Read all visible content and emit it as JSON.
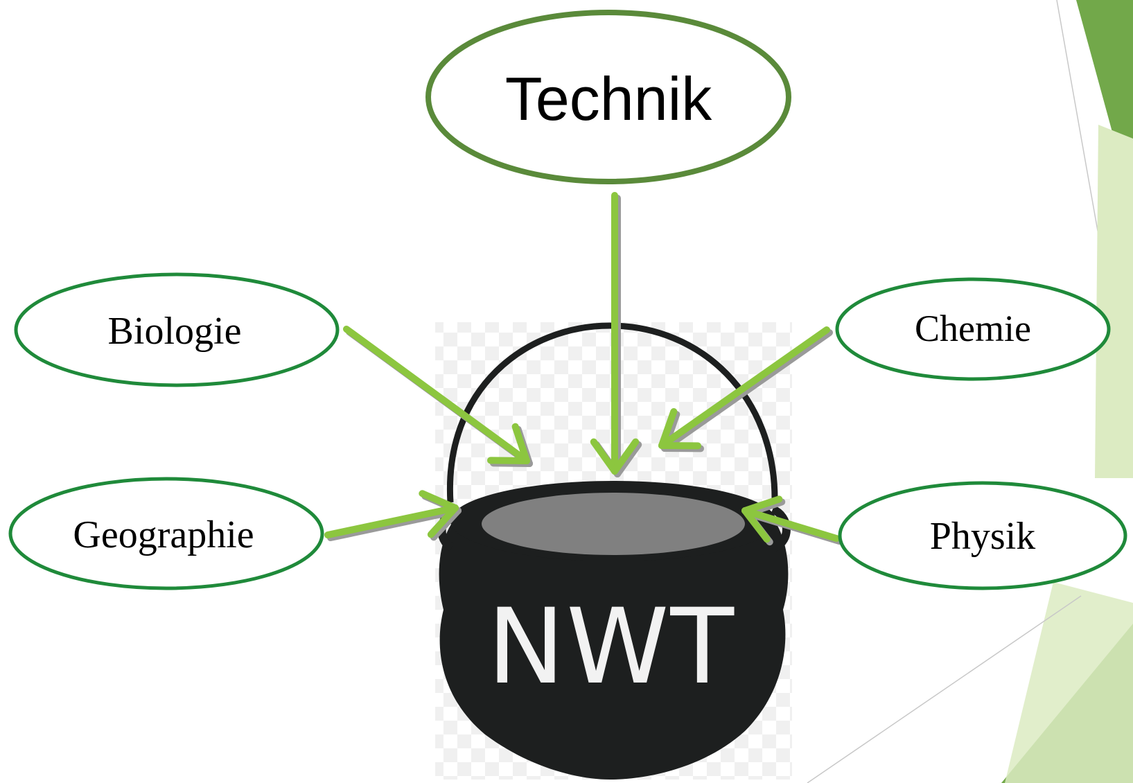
{
  "diagram": {
    "center_label": "NWT",
    "top_label": "Technik",
    "subjects": {
      "biologie": "Biologie",
      "chemie": "Chemie",
      "geographie": "Geographie",
      "physik": "Physik"
    }
  },
  "colors": {
    "arrow": "#8cc63f",
    "arrow_shadow": "#9a9a9a",
    "technik_outline": "#5a8a3a",
    "subject_outline": "#1f8a3a",
    "pot_body": "#1d1f1f",
    "pot_inner": "#808080",
    "accent_dark": "#72a84a",
    "accent_light": "#dcebc2"
  },
  "icons": {
    "pot": "cauldron-icon"
  }
}
